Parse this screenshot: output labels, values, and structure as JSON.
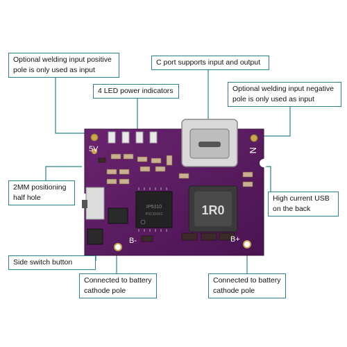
{
  "callouts": {
    "welding_positive": {
      "line1": "Optional welding input positive",
      "line2": "pole is only used as input"
    },
    "c_port": {
      "text": "C port supports input and output"
    },
    "led_indicators": {
      "text": "4 LED power indicators"
    },
    "welding_negative": {
      "line1": "Optional welding input negative",
      "line2": "pole is only used as input"
    },
    "positioning_hole": {
      "line1": "2MM positioning",
      "line2": "half hole"
    },
    "usb_back": {
      "line1": "High current USB",
      "line2": "on the back"
    },
    "side_switch": {
      "text": "Side switch button"
    },
    "battery_cathode_left": {
      "line1": "Connected to battery",
      "line2": "cathode pole"
    },
    "battery_cathode_right": {
      "line1": "Connected to battery",
      "line2": "cathode pole"
    }
  },
  "board": {
    "label_5v": "5V",
    "label_n": "N",
    "label_b_minus": "B-",
    "label_b_plus": "B+",
    "inductor_marking": "1R0",
    "chip_marking": "IP5310",
    "chip_submarking": "P9120001"
  },
  "colors": {
    "pcb": "#5a1c5e",
    "callout_border": "#2c7f8f",
    "leader_line": "#2c7f8f"
  }
}
